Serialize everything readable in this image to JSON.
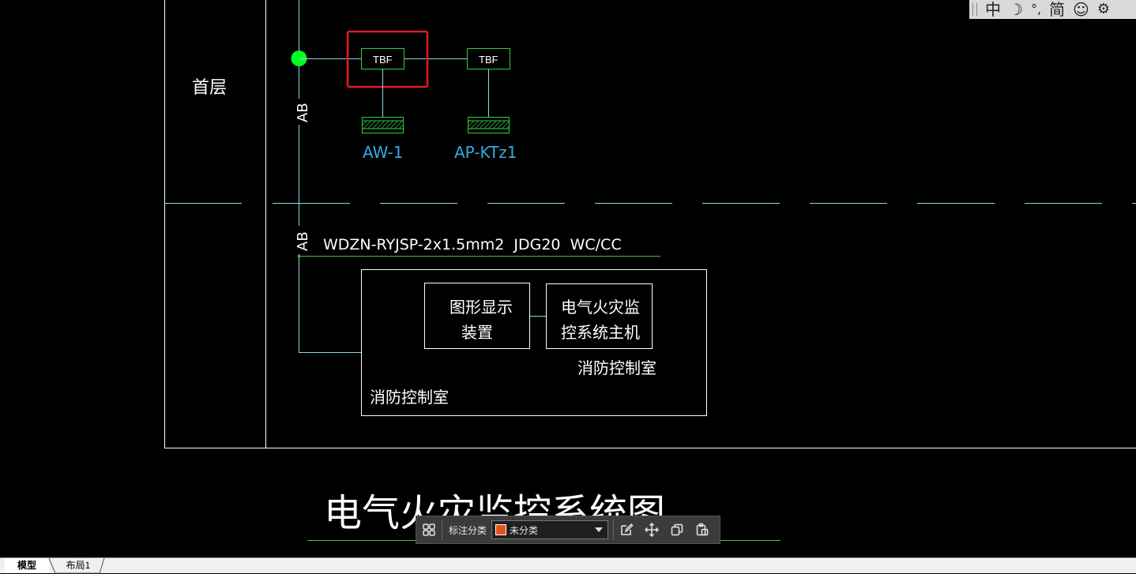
{
  "drawing": {
    "floor_label": "首层",
    "bus_label_upper": "AB",
    "bus_label_lower": "AB",
    "device_left": "TBF",
    "device_right": "TBF",
    "panel_left": "AW-1",
    "panel_right": "AP-KTz1",
    "cable_spec": "WDZN-RYJSP-2x1.5mm2  JDG20  WC/CC",
    "box_graphic_display_line1": "图形显示",
    "box_graphic_display_line2": "装置",
    "box_host_line1": "电气火灾监",
    "box_host_line2": "控系统主机",
    "host_room_label": "消防控制室",
    "room_label": "消防控制室",
    "title": "电气火灾监控系统图"
  },
  "ime_toolbar": {
    "mode": "中",
    "moon": "☽",
    "punct": "°,",
    "charset": "简",
    "emoji": "☺",
    "settings": "⚙"
  },
  "annotation_toolbar": {
    "category_label": "标注分类",
    "category_value": "未分类",
    "swatch_color": "#e2531e"
  },
  "tabs": {
    "model": "模型",
    "layout1": "布局1"
  },
  "colors": {
    "line_white": "#ffffff",
    "line_cyan": "#8ad8e8",
    "line_green": "#2ecc40",
    "node_green": "#00ff22",
    "text_blue": "#34a9e6",
    "highlight_red": "#e11d1d"
  }
}
